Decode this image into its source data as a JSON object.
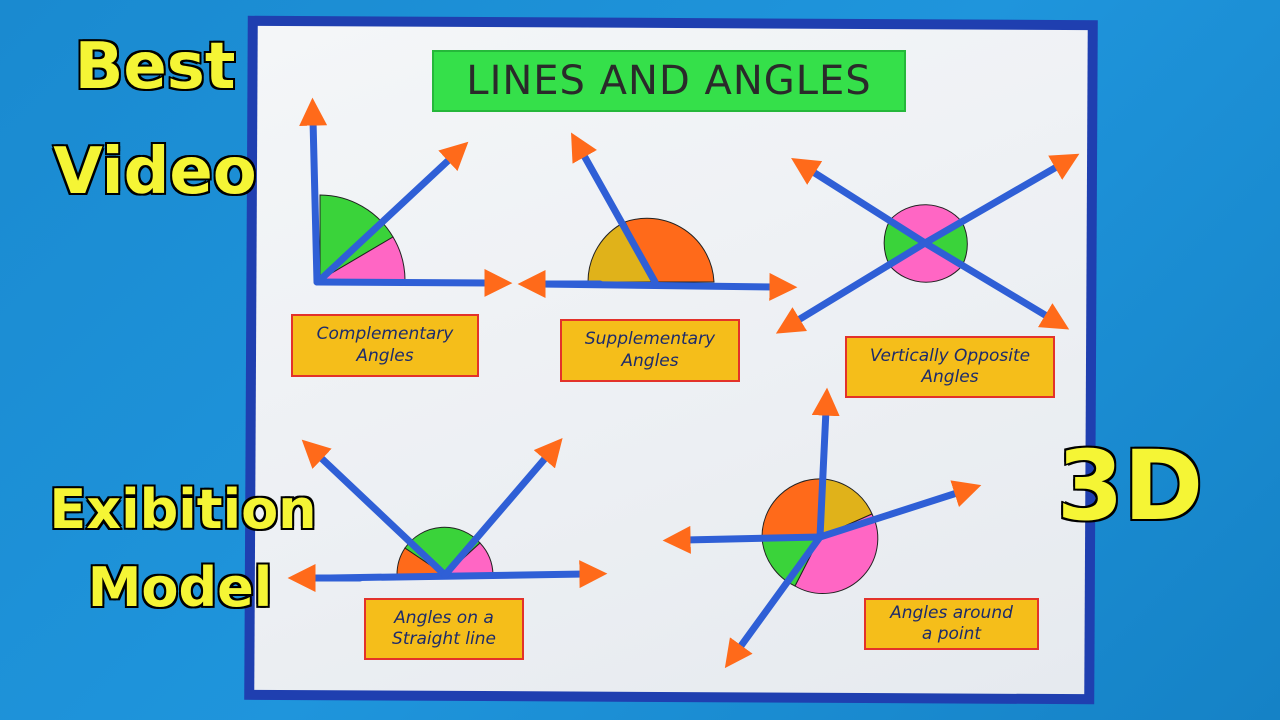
{
  "board": {
    "title": "LINES AND ANGLES",
    "labels": {
      "complementary": "Complementary\nAngles",
      "supplementary": "Supplementary\nAngles",
      "vertically_opposite": "Vertically Opposite\nAngles",
      "straight_line": "Angles on a\nStraight line",
      "around_point": "Angles around\na point"
    }
  },
  "overlay": {
    "best": "Best",
    "video": "Video",
    "exhibition": "Exibition",
    "model": "Model",
    "three_d": "3D"
  },
  "colors": {
    "background": "#1a8ad0",
    "board_border": "#1f3fb0",
    "title_bg": "#35e04a",
    "label_bg": "#f5be1a",
    "label_border": "#e3322a",
    "stick": "#2f5fd6",
    "arrow": "#ff6a1a",
    "green": "#3ad33a",
    "pink": "#ff66c4",
    "orange": "#ff6a1a",
    "mustard": "#e0b21a",
    "overlay_text": "#f5f535"
  }
}
